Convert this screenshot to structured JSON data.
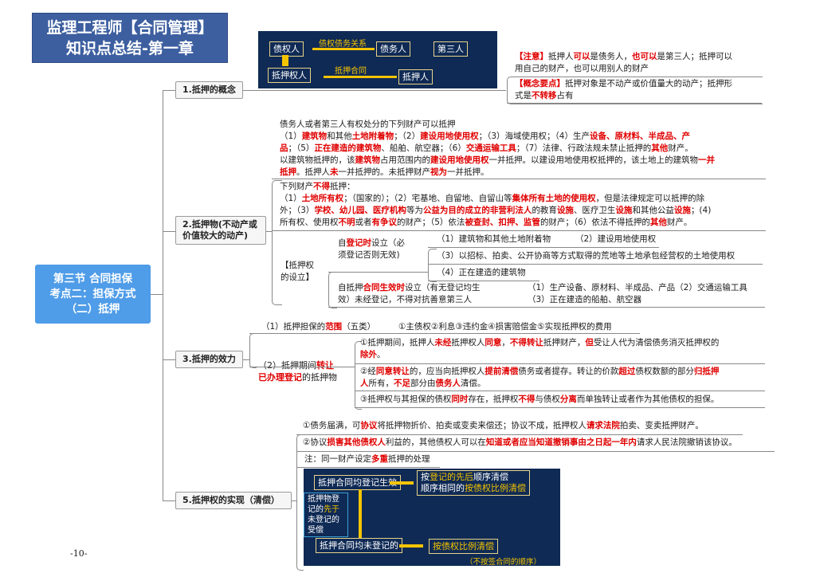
{
  "title": {
    "line1": "监理工程师【合同管理】",
    "line2": "知识点总结-第一章"
  },
  "center": {
    "line1": "第三节 合同担保",
    "line2": "考点二：担保方式",
    "line3": "（二）抵押"
  },
  "branches": {
    "b1": "1.抵押的概念",
    "b2_line1": "2.抵押物(不动产或",
    "b2_line2": "价值较大的动产)",
    "b3": "3.抵押的效力",
    "b5": "5.抵押权的实现（清偿）"
  },
  "diagram1": {
    "creditor": "债权人",
    "debtor": "债务人",
    "third_party": "第三人",
    "mortgagee": "抵押权人",
    "mortgagor": "抵押人",
    "rel_debt": "债权债务关系",
    "rel_contract": "抵押合同"
  },
  "concept": {
    "note": {
      "tag": "【注意】",
      "a": "抵押人",
      "b": "可以",
      "c": "是债务人，",
      "d": "也可以",
      "e": "是第三人；抵押可以",
      "line2": "用自己的财产，也可以用别人的财产"
    },
    "key": {
      "tag": "【概念要点】",
      "a": "抵押对象是不动产或价值量大的动产；抵押形",
      "b": "式是",
      "c": "不转移",
      "d": "占有"
    }
  },
  "can_mortgage": {
    "intro": "债务人或者第三人有权处分的下列财产可以抵押",
    "l1": [
      "（1）",
      "建筑物",
      "和其他",
      "土地附着物",
      "；（2）",
      "建设用地使用权",
      "；（3）海域使用权；（4）生产",
      "设备",
      "、",
      "原材料",
      "、",
      "半成品",
      "、",
      "产"
    ],
    "l2": [
      "品",
      "；（5）",
      "正在建造的建筑物",
      "、船舶、航空器；（6）",
      "交通运输工具",
      "；（7）法律、行政法规未禁止抵押的",
      "其他",
      "财产。"
    ],
    "l3": [
      "以建筑物抵押的，该",
      "建筑物",
      "占用范围内的",
      "建设用地使用权",
      "一并抵押。以建设用地使用权抵押的，该土地上的建筑物",
      "一并"
    ],
    "l4": [
      "抵押",
      "。抵押人",
      "未",
      "一并抵押的。未抵押财产",
      "视为",
      "一并抵押。"
    ]
  },
  "cannot_mortgage": {
    "l0": [
      "下列财产",
      "不得",
      "抵押："
    ],
    "l1": [
      "（1）",
      "土地所有权",
      "；（国家的）；（2）宅基地、自留地、自留山等",
      "集体所有土地的使用权",
      "，但是法律规定可以抵押的除"
    ],
    "l2": [
      "外；（3）",
      "学校、幼儿园、医疗机构",
      "等为",
      "公益为目的成立的非营利法人",
      "的教育",
      "设施",
      "、医疗卫生",
      "设施",
      "和其他公益",
      "设施",
      "；(4)"
    ],
    "l3": [
      "所有权、使用权",
      "不明",
      "或者",
      "有争议",
      "的财产；（5）依法",
      "被查封、扣押、监管",
      "的财产；（6）依法不得抵押的",
      "其他",
      "财产。"
    ]
  },
  "establishment": {
    "label_l1": "【抵押权",
    "label_l2": "的设立】",
    "reg": {
      "l1a": "自",
      "l1b": "登记时",
      "l1c": "设立（必",
      "l2": "须登记否则无效)"
    },
    "reg_items": {
      "i1": "（1）建筑物和其他土地附着物",
      "i2": "（2）建设用地使用权",
      "i3": "（3）以招标、拍卖、公开协商等方式取得的荒地等土地承包经营权的土地使用权",
      "i4": "（4）正在建造的建筑物"
    },
    "contract": {
      "l1a": "自抵押",
      "l1b": "合同生效时",
      "l1c": "设立（有无登记均生",
      "l2": "效）未经登记，不得对抗善意第三人"
    },
    "contract_items": {
      "l1": "（1）生产设备、原材料、半成品、产品（2）交通运输工具",
      "l2": "（3）正在建造的船舶、航空器"
    }
  },
  "effect": {
    "scope": {
      "a": "（1）抵押担保的",
      "b": "范围",
      "c": "（五类）",
      "items": "①主债权②利息③违约金④损害赔偿金⑤实现抵押权的费用"
    },
    "transfer": {
      "l1a": "（2）抵押期间",
      "l1b": "转让",
      "l2a": "已办理登记",
      "l2b": "的抵押物"
    },
    "t1": {
      "l1": [
        "①抵押期间，抵押人",
        "未经",
        "抵押权人",
        "同意",
        "，",
        "不得转让",
        "抵押财产，",
        "但",
        "受让人代为清偿债务消灭抵押权的"
      ],
      "l2": [
        "除外",
        "。"
      ]
    },
    "t2": {
      "l1": [
        "②经",
        "同意转让",
        "的，应当向抵押权人",
        "提前清偿",
        "债务或者提存。转让的价款",
        "超过",
        "债权数额的部分",
        "归抵押"
      ],
      "l2": [
        "人",
        "所有，",
        "不足",
        "部分由",
        "债务人",
        "清偿。"
      ]
    },
    "t3": [
      "③抵押权与其担保的债权",
      "同时",
      "存在，抵押权",
      "不得",
      "与债权",
      "分离",
      "而单独转让或者作为其他债权的担保。"
    ]
  },
  "realization": {
    "r1": [
      "①债务届满，可",
      "协议",
      "将抵押物折价、拍卖或变卖来偿还；协议不成，抵押权人",
      "请求法院",
      "拍卖、变卖抵押财产。"
    ],
    "r2": [
      "②协议",
      "损害其他债权人",
      "利益的，其他债权人可以在",
      "知道或者应当知道撤销事由之日起一年内",
      "请求人民法院撤销该协议。"
    ],
    "note": [
      "注：同一财产设定",
      "多重",
      "抵押的处理"
    ]
  },
  "diagram2": {
    "reg_both": "抵押合同均登记生效",
    "reg_result_l1a": "按",
    "reg_result_l1b": "登记的先后",
    "reg_result_l1c": "顺序清偿",
    "reg_result_l2a": "顺序相同的",
    "reg_result_l2b": "按债权比例清偿",
    "side_l1": "抵押物登",
    "side_l2a": "记的",
    "side_l2b": "先于",
    "side_l3": "未登记的",
    "side_l4": "受偿",
    "unreg_both": "抵押合同均未登记的",
    "unreg_result": "按债权比例清偿",
    "unreg_note": "（不按签合同的顺序）"
  },
  "page_number": "-10-"
}
